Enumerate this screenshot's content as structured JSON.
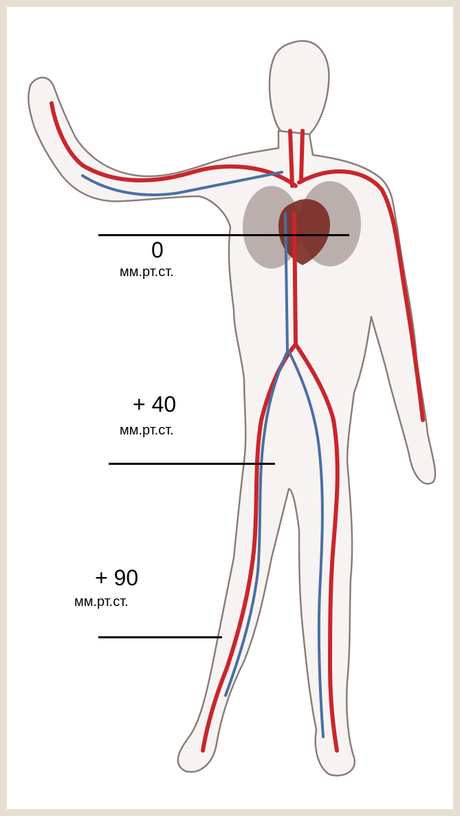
{
  "levels": [
    {
      "value": "0",
      "unit": "мм.рт.ст."
    },
    {
      "value": "+ 40",
      "unit": "мм.рт.ст."
    },
    {
      "value": "+ 90",
      "unit": "мм.рт.ст."
    }
  ],
  "colors": {
    "frame": "#e6ded2",
    "background": "#ffffff",
    "artery": "#c8262c",
    "vein": "#4a6fa5",
    "skin_outline": "#8a7e78",
    "heart": "#7a2a22",
    "lungs": "#5a4a45"
  }
}
